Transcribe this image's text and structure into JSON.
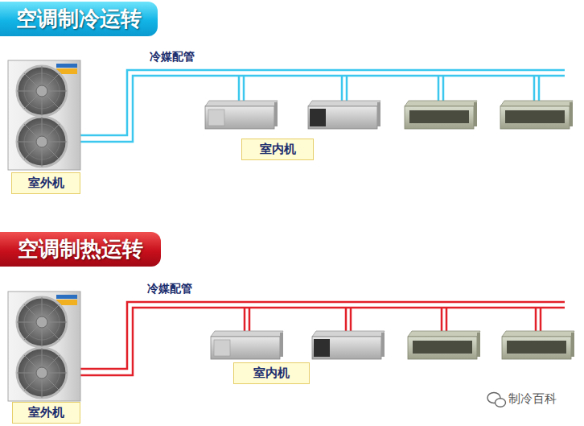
{
  "diagram": {
    "nodes": [
      {
        "text": [
          "空调制冷运转"
        ]
      },
      {
        "text": [
          "室内机"
        ]
      },
      {
        "text": [
          "室外机"
        ]
      },
      {
        "text": [
          "空调制热运转"
        ]
      },
      {
        "text": [
          "室内机"
        ]
      },
      {
        "text": [
          "室外机"
        ]
      }
    ],
    "labels": [
      "冷媒配管",
      "冷媒配管",
      "制冷百科"
    ]
  }
}
